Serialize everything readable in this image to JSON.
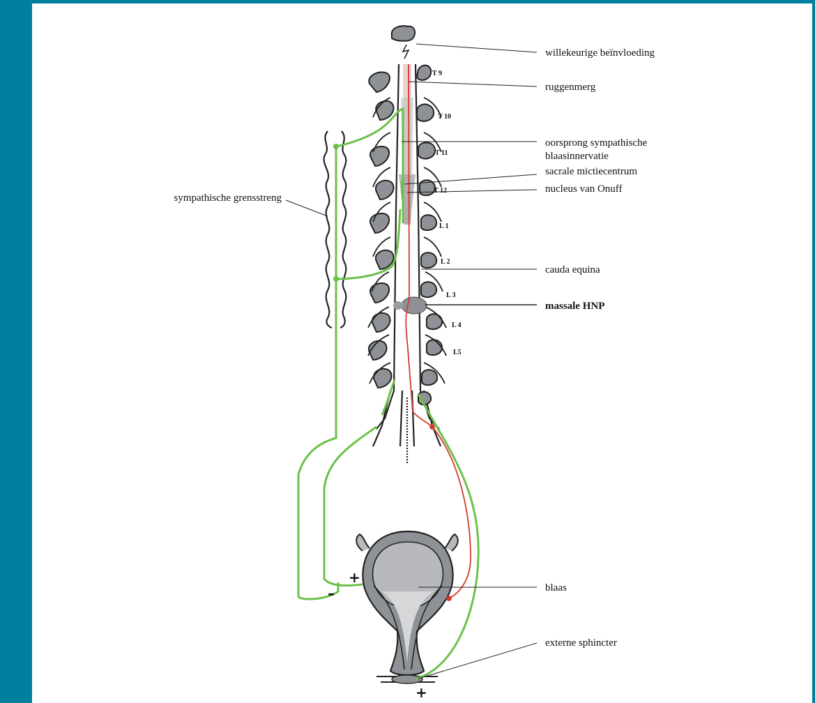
{
  "colors": {
    "frame": "#00809f",
    "sympathetic_nerve": "#6cc04a",
    "motor_nerve": "#d43a2a",
    "bone": "#9b9ea4",
    "bladder": "#b7b9bd"
  },
  "labels": {
    "willekeurig": "willekeurige beïnvloeding",
    "ruggenmerg": "ruggenmerg",
    "oorsprong_line1": "oorsprong sympathische",
    "oorsprong_line2": "blaasinnervatie",
    "sacrale": "sacrale mictiecentrum",
    "nucleus": "nucleus van Onuff",
    "grensstreng": "sympathische grensstreng",
    "cauda": "cauda equina",
    "hnp": "massale HNP",
    "blaas": "blaas",
    "sphincter": "externe sphincter"
  },
  "vertebrae": {
    "t9": "T 9",
    "t10": "T 10",
    "t11": "T 11",
    "t12": "T 12",
    "l1": "L 1",
    "l2": "L 2",
    "l3": "L 3",
    "l4": "L 4",
    "l5": "L5"
  },
  "symbols": {
    "plus_bladder": "+",
    "minus_bladder": "–",
    "plus_sphincter": "+"
  }
}
